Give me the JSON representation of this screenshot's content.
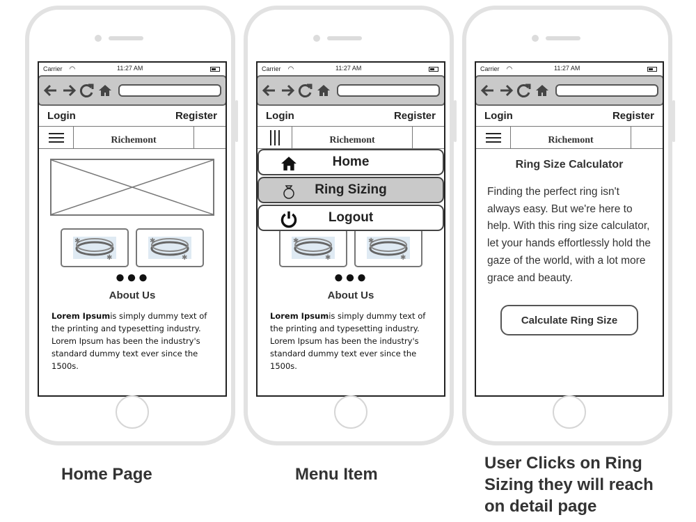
{
  "status": {
    "carrier": "Carrier",
    "time": "11:27 AM"
  },
  "auth": {
    "login": "Login",
    "register": "Register"
  },
  "brand": "Richemont",
  "home": {
    "about_title": "About Us",
    "lorem_bold": "Lorem Ipsum",
    "lorem_rest": "is simply dummy text of the printing and typesetting industry. Lorem Ipsum has been the industry's standard dummy text ever since the 1500s.",
    "dots": "●●●"
  },
  "menu": {
    "items": [
      {
        "label": "Home",
        "icon": "home-icon"
      },
      {
        "label": "Ring Sizing",
        "icon": "ring-icon",
        "active": true
      },
      {
        "label": "Logout",
        "icon": "power-icon"
      }
    ]
  },
  "detail": {
    "title": "Ring Size Calculator",
    "text": "Finding the perfect ring isn't always easy. But we're here to help. With this ring size calculator, let your hands effortlessly hold the gaze of the world, with a lot more grace and beauty.",
    "button_label": "Calculate Ring Size"
  },
  "captions": {
    "home": "Home Page",
    "menu": "Menu Item",
    "detail": "User Clicks on Ring Sizing they will reach on detail page"
  },
  "colors": {
    "toolbar": "#c9c9c9",
    "frame": "#e2e2e2",
    "active_menu": "#c9c9c9"
  }
}
